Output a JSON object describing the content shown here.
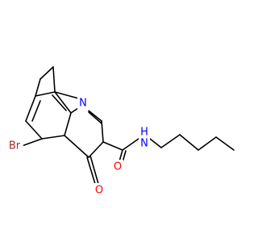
{
  "molecule": {
    "atom_labels": {
      "bromine": "Br",
      "ring_nitrogen": "N",
      "ketone_oxygen": "O",
      "amide_oxygen": "O",
      "amide_nitrogen": "N",
      "amide_hydrogen": "H"
    },
    "colors": {
      "bond": "#000000",
      "bromine": "#a52a2a",
      "nitrogen": "#0000ff",
      "oxygen": "#ff0000"
    }
  }
}
